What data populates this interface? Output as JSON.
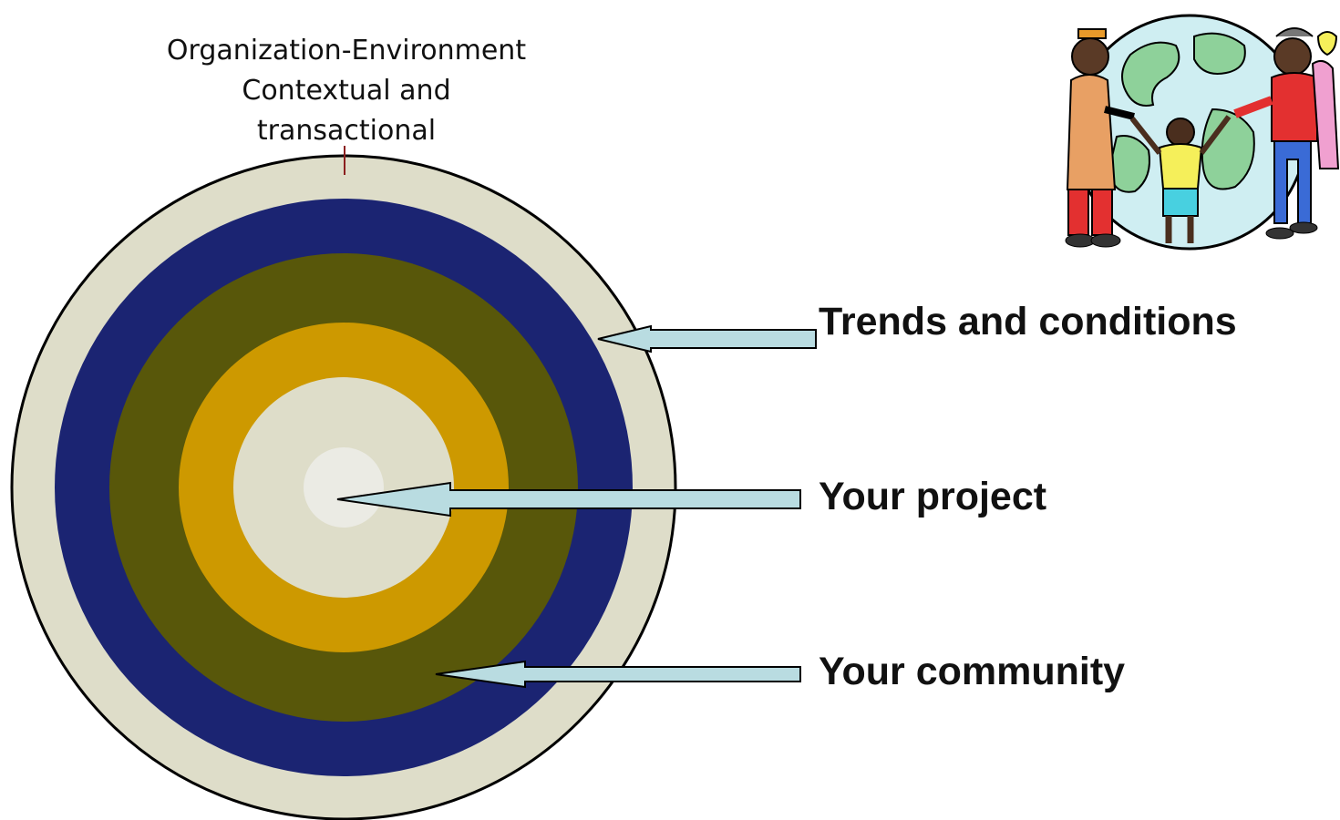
{
  "caption": {
    "line1": "Organization-Environment",
    "line2": "Contextual and",
    "line3": "transactional"
  },
  "labels": {
    "trends": "Trends and conditions",
    "project": "Your project",
    "community": "Your community"
  },
  "colors": {
    "outer_ring": "#deddc9",
    "blue_ring": "#1b2472",
    "olive_ring": "#58570a",
    "gold_ring": "#cd9900",
    "inner_disc": "#deddc9",
    "center": "#ebebe4",
    "arrow_fill": "#b9dce1",
    "tick": "#8b1e1e"
  },
  "clipart": {
    "icon": "people-around-globe-icon"
  }
}
